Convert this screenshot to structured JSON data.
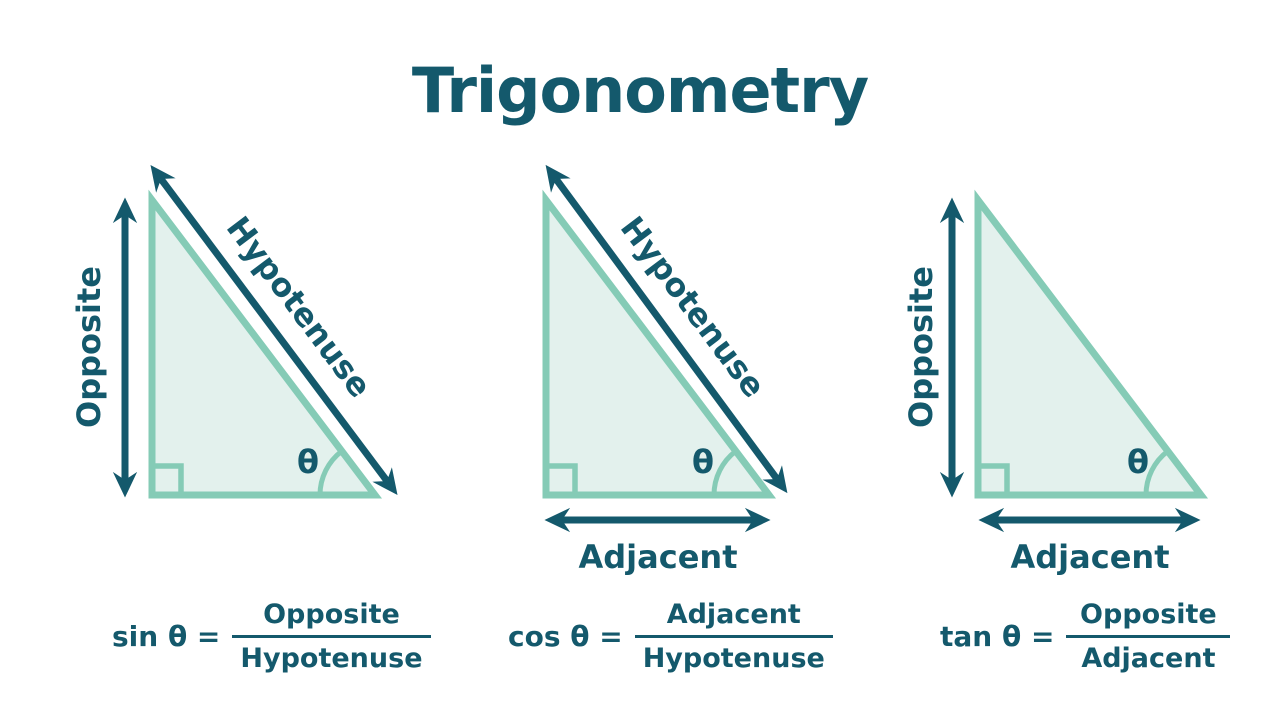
{
  "title": "Trigonometry",
  "colors": {
    "dark_teal": "#14596C",
    "triangle_border": "#85CBB6",
    "triangle_fill": "#E3F1ED",
    "background": "#FFFFFF"
  },
  "figures": [
    {
      "name": "sine triangle",
      "vertical_label": "Opposite",
      "diagonal_label": "Hypotenuse",
      "angle_label": "θ"
    },
    {
      "name": "cosine triangle",
      "diagonal_label": "Hypotenuse",
      "base_label": "Adjacent",
      "angle_label": "θ"
    },
    {
      "name": "tangent triangle",
      "vertical_label": "Opposite",
      "base_label": "Adjacent",
      "angle_label": "θ"
    }
  ],
  "formulas": [
    {
      "lhs": "sin θ =",
      "numerator": "Opposite",
      "denominator": "Hypotenuse"
    },
    {
      "lhs": "cos θ =",
      "numerator": "Adjacent",
      "denominator": "Hypotenuse"
    },
    {
      "lhs": "tan θ =",
      "numerator": "Opposite",
      "denominator": "Adjacent"
    }
  ]
}
